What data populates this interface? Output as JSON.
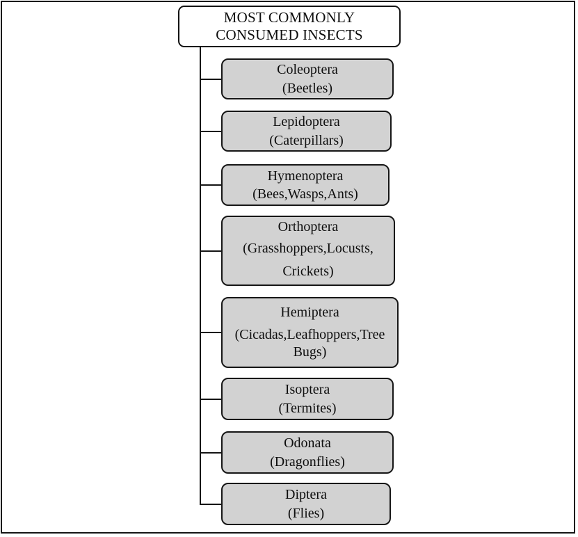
{
  "tree": {
    "root": {
      "line1": "MOST COMMONLY",
      "line2": "CONSUMED INSECTS"
    },
    "nodes": [
      {
        "order": "Coleoptera",
        "common": "(Beetles)"
      },
      {
        "order": "Lepidoptera",
        "common": "(Caterpillars)"
      },
      {
        "order": "Hymenoptera",
        "common": "(Bees,Wasps,Ants)"
      },
      {
        "order": "Orthoptera",
        "common": "(Grasshoppers,Locusts, Crickets)"
      },
      {
        "order": "Hemiptera",
        "common": "(Cicadas,Leafhoppers,Tree Bugs)"
      },
      {
        "order": "Isoptera",
        "common": "(Termites)"
      },
      {
        "order": "Odonata",
        "common": "(Dragonflies)"
      },
      {
        "order": "Diptera",
        "common": "(Flies)"
      }
    ],
    "colors": {
      "node_fill": "#d2d2d2",
      "root_fill": "#ffffff",
      "line": "#141414"
    }
  }
}
